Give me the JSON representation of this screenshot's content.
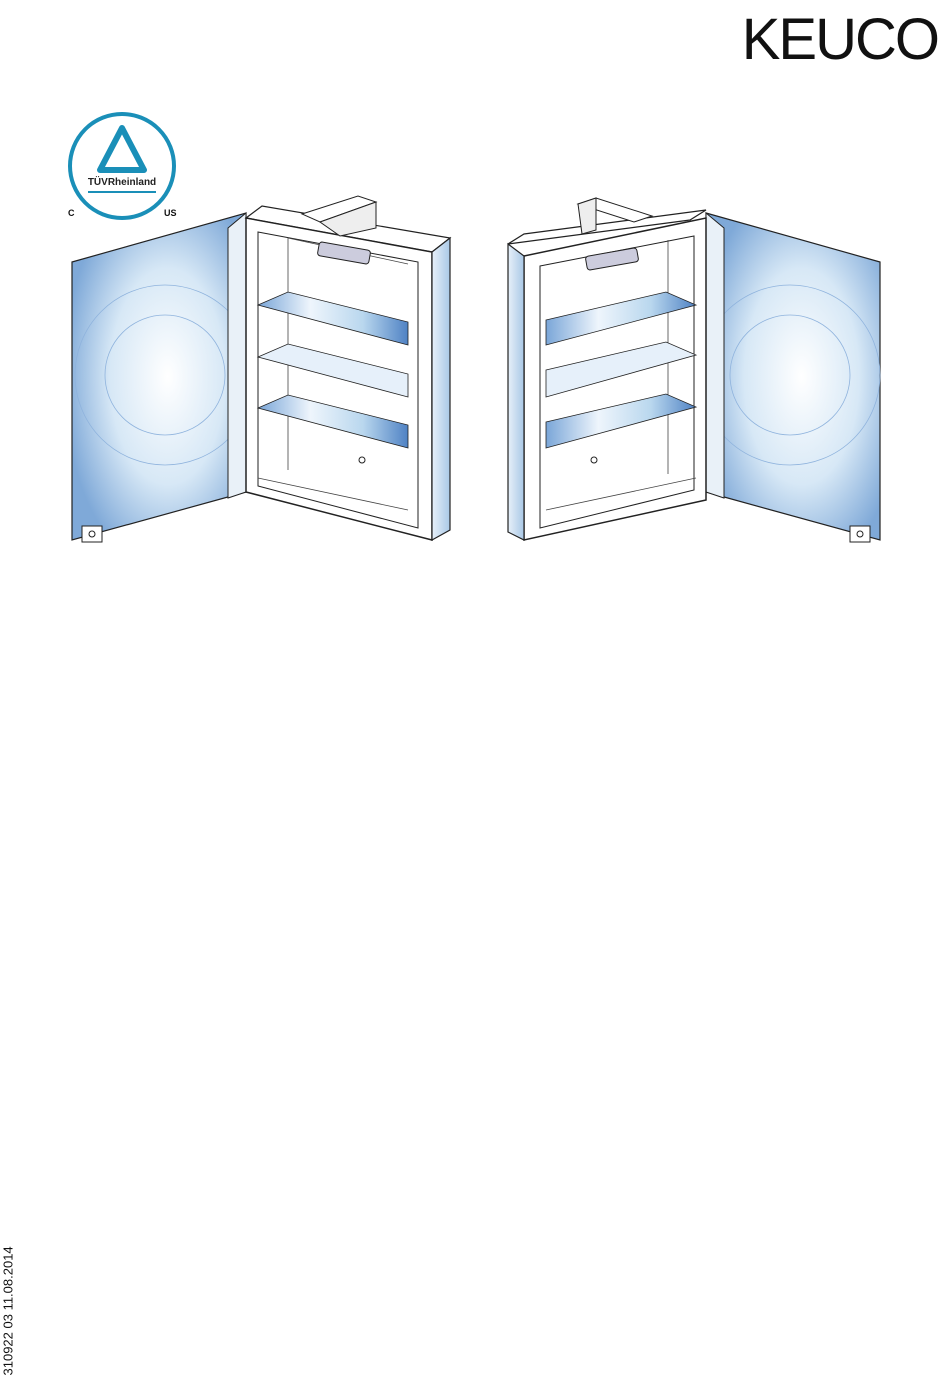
{
  "brand": {
    "name": "KEUCO"
  },
  "certification": {
    "mark_text": "TÜVRheinland",
    "left_text": "C",
    "right_text": "US",
    "color": "#1a8fb8"
  },
  "illustrations": [
    {
      "name": "left-hinged-cabinet",
      "door_side": "left"
    },
    {
      "name": "right-hinged-cabinet",
      "door_side": "right"
    }
  ],
  "footer": {
    "doc_code": "310922 03 11.08.2014"
  },
  "colors": {
    "glass": "#b9d7ee",
    "glass_dark": "#6f9fd0",
    "line": "#222222"
  }
}
